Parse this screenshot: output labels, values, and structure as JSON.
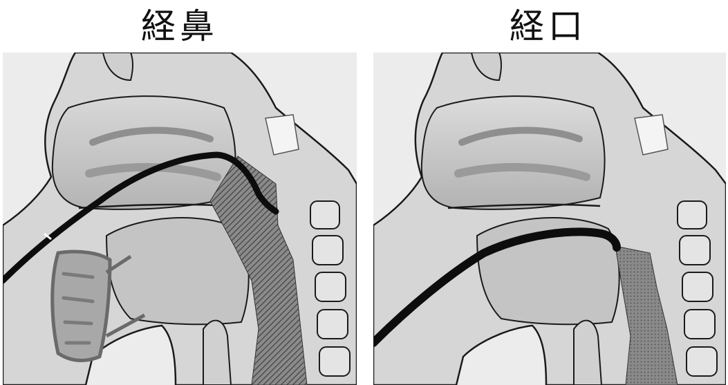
{
  "labels": {
    "left": "経鼻",
    "right": "経口"
  },
  "panels": [
    {
      "id": "nasal",
      "route": "transnasal"
    },
    {
      "id": "oral",
      "route": "transoral"
    }
  ],
  "colors": {
    "model_fill": "#c9c9c9",
    "model_shadow": "#a9a9a9",
    "outline": "#1a1a1a",
    "background": "#f2f2f2",
    "scope": "#0d0d0d",
    "hatch_fill": "#7a7a7a",
    "hand_marker": "#6f6f6f"
  }
}
